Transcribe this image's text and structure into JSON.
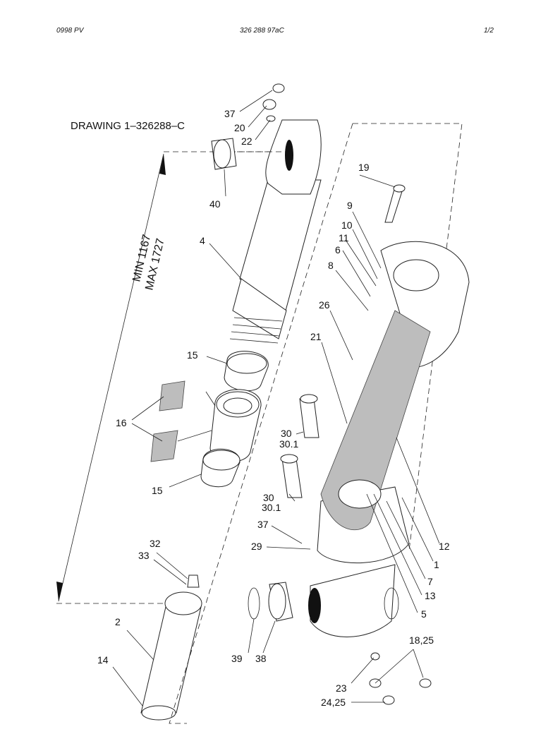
{
  "header": {
    "left": "0998  PV",
    "center": "326 288 97aC",
    "right": "1/2"
  },
  "title": "DRAWING 1–326288–C",
  "dimensions": {
    "min": "MIN 1167",
    "max": "MAX 1727"
  },
  "callouts": {
    "c37a": "37",
    "c20": "20",
    "c22": "22",
    "c40": "40",
    "c4": "4",
    "c19": "19",
    "c9": "9",
    "c10": "10",
    "c11": "11",
    "c6": "6",
    "c8": "8",
    "c26": "26",
    "c21": "21",
    "c15a": "15",
    "c16": "16",
    "c15b": "15",
    "c30a": "30",
    "c301a": "30.1",
    "c30b": "30",
    "c301b": "30.1",
    "c37b": "37",
    "c29": "29",
    "c32": "32",
    "c33": "33",
    "c2": "2",
    "c14": "14",
    "c39": "39",
    "c38": "38",
    "c12": "12",
    "c1": "1",
    "c7": "7",
    "c13": "13",
    "c5": "5",
    "c1825": "18,25",
    "c23": "23",
    "c2425": "24,25"
  }
}
